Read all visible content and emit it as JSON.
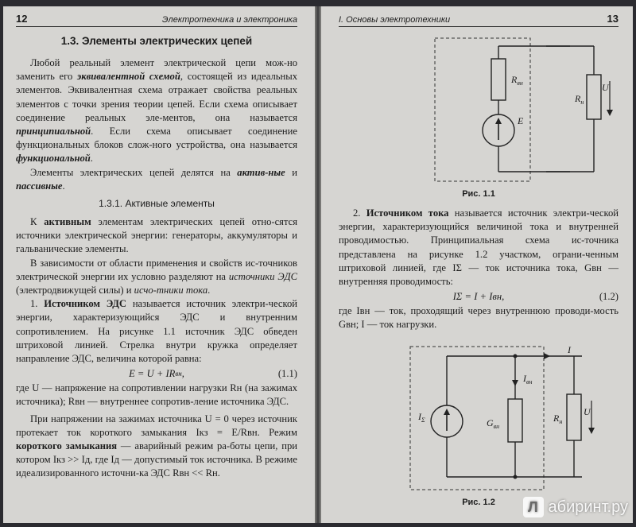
{
  "left": {
    "page_number": "12",
    "running_head": "Электротехника и электроника",
    "section_title": "1.3. Элементы электрических цепей",
    "p1": [
      "Любой реальный элемент электрической цепи мож-но заменить его ",
      "эквивалентной схемой",
      ", состоящей из идеальных элементов. Эквивалентная схема отражает свойства реальных элементов с точки зрения теории цепей. Если схема описывает соединение реальных эле-ментов, она называется ",
      "принципиальной",
      ". Если схема описывает соединение функциональных блоков слож-ного устройства, она называется ",
      "функциональной",
      "."
    ],
    "p2": [
      "Элементы электрических цепей делятся на ",
      "актив-ные",
      " и ",
      "пассивные",
      "."
    ],
    "subsection_title": "1.3.1. Активные элементы",
    "p3": [
      "К ",
      "активным",
      " элементам электрических цепей отно-сятся источники электрической энергии: генераторы, аккумуляторы и гальванические элементы."
    ],
    "p4": [
      "В зависимости от области применения и свойств ис-точников электрической энергии их условно разделяют на ",
      "источники ЭДС",
      " (электродвижущей силы) и ",
      "исчо-тники тока",
      "."
    ],
    "p5": [
      "1. ",
      "Источником ЭДС",
      " называется источник электри-ческой энергии, характеризующийся ЭДС и внутренним сопротивлением. На рисунке 1.1 источник ЭДС обведен штриховой линией. Стрелка внутри кружка определяет направление ЭДС, величина которой равна:"
    ],
    "eq1": {
      "text": "E = U + IR",
      "sub": "вн",
      "tail": ",",
      "num": "(1.1)"
    },
    "p6": "где U — напряжение на сопротивлении нагрузки Rн (на зажимах источника); Rвн — внутреннее сопротив-ление источника ЭДС.",
    "p7": [
      "При напряжении на зажимах источника U = 0 через источник протекает ток короткого замыкания Iкз = E/Rвн. Режим ",
      "короткого замыкания",
      " — аварийный режим ра-боты цепи, при котором Iкз >> Iд, где Iд — допустимый ток источника. В режиме идеализированного источни-ка ЭДС Rвн << Rн."
    ]
  },
  "right": {
    "page_number": "13",
    "running_head": "I. Основы электротехники",
    "fig1": {
      "label_rvn": "R",
      "label_rvn_sub": "вн",
      "label_e": "E",
      "label_rn": "R",
      "label_rn_sub": "н",
      "label_u": "U",
      "caption": "Рис. 1.1"
    },
    "p1": [
      "2. ",
      "Источником тока",
      " называется источник электри-ческой энергии, характеризующийся величиной тока и внутренней проводимостью. Принципиальная схема ис-точника представлена на рисунке 1.2 участком, ограни-ченным штриховой линией, где IΣ — ток источника тока, Gвн — внутренняя проводимость:"
    ],
    "eq2": {
      "text": "IΣ = I + Iвн,",
      "num": "(1.2)"
    },
    "p2": "где Iвн — ток, проходящий через внутреннюю проводи-мость Gвн; I — ток нагрузки.",
    "fig2": {
      "label_i": "I",
      "label_ivn": "I",
      "label_ivn_sub": "вн",
      "label_isum": "I",
      "label_isum_sub": "Σ",
      "label_gvn": "G",
      "label_gvn_sub": "вн",
      "label_rn": "R",
      "label_rn_sub": "н",
      "label_u": "U",
      "caption": "Рис. 1.2"
    }
  },
  "watermark": {
    "badge": "Л",
    "text": "абиринт.ру"
  }
}
